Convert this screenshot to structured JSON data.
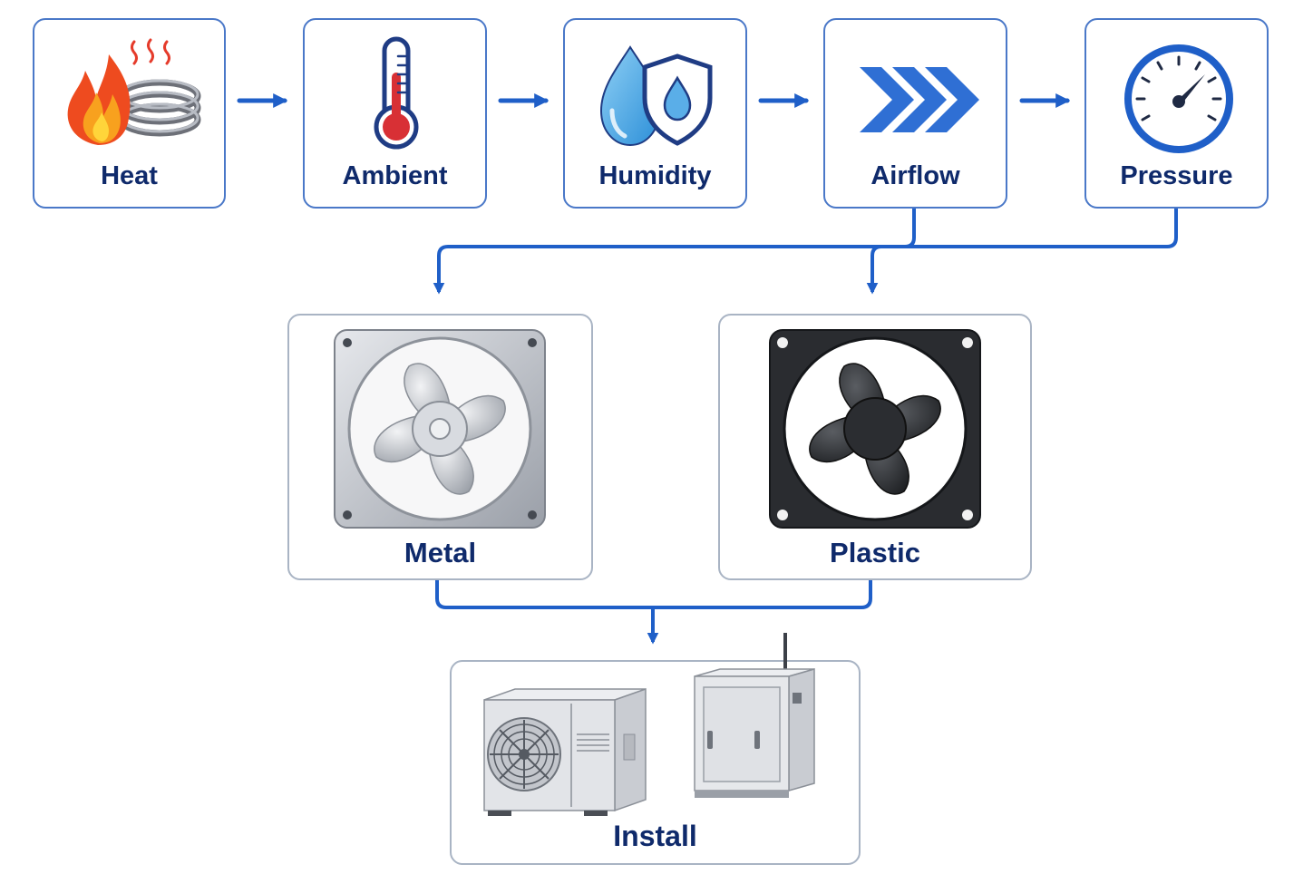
{
  "colors": {
    "accent": "#1f5fc8",
    "label": "#0f2a6b",
    "top_border": "#4a78c8",
    "box_border": "#a9b4c4"
  },
  "steps": [
    {
      "label": "Heat",
      "icon": "flame-coil-icon"
    },
    {
      "label": "Ambient",
      "icon": "thermometer-icon"
    },
    {
      "label": "Humidity",
      "icon": "water-drop-shield-icon"
    },
    {
      "label": "Airflow",
      "icon": "chevrons-icon"
    },
    {
      "label": "Pressure",
      "icon": "pressure-gauge-icon"
    }
  ],
  "options": [
    {
      "label": "Metal",
      "icon": "metal-fan-icon"
    },
    {
      "label": "Plastic",
      "icon": "plastic-fan-icon"
    }
  ],
  "install": {
    "label": "Install",
    "icons": [
      "outdoor-unit-icon",
      "electrical-cabinet-icon"
    ]
  }
}
